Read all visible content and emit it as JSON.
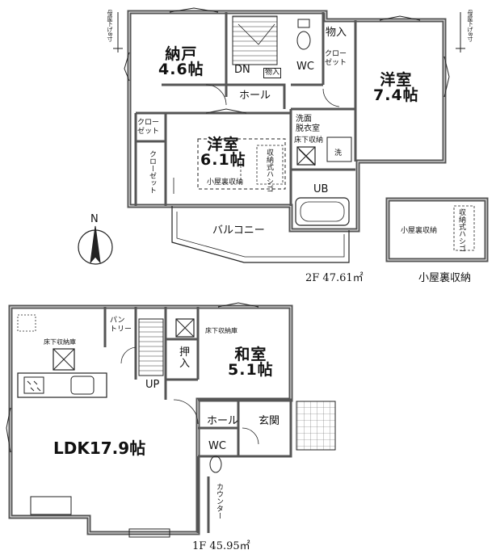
{
  "floor2": {
    "caption": "2F 47.61㎡",
    "nando": {
      "name": "納戸",
      "size": "4.6帖"
    },
    "yoshitsu_right": {
      "name": "洋室",
      "size": "7.4帖"
    },
    "yoshitsu_center": {
      "name": "洋室",
      "size": "6.1帖"
    },
    "dn": "DN",
    "hall": "ホール",
    "wc": "WC",
    "monoire": "物入",
    "monoire_small": "物入",
    "closet_small": "クロー\nゼット",
    "closet_left_a": "クロー\nゼット",
    "closet_left_b": "クローゼット",
    "senmen": "洗面\n脱衣室",
    "yukashita": "床下収納",
    "sentaku": "洗",
    "ub": "UB",
    "koyaura_label": "小屋裏収納",
    "hashigo": "収納式ハシゴ",
    "balcony": "バルコニー",
    "mobiki_left": "母屋下げ8寸",
    "mobiki_right": "母屋下げ8寸"
  },
  "attic": {
    "caption": "小屋裏収納",
    "label": "小屋裏収納",
    "hashigo": "収納式ハシゴ"
  },
  "compass": {
    "label": "N"
  },
  "floor1": {
    "caption": "1F 45.95㎡",
    "ldk": "LDK17.9帖",
    "washitsu": {
      "name": "和室",
      "size": "5.1帖"
    },
    "pantry": "パン\nトリー",
    "oshiire": "押\n入",
    "yukashita_ldk": "床下収納庫",
    "yukashita_wa": "床下収納庫",
    "up": "UP",
    "hall": "ホール",
    "genkan": "玄関",
    "wc": "WC",
    "counter": "カウンター"
  }
}
